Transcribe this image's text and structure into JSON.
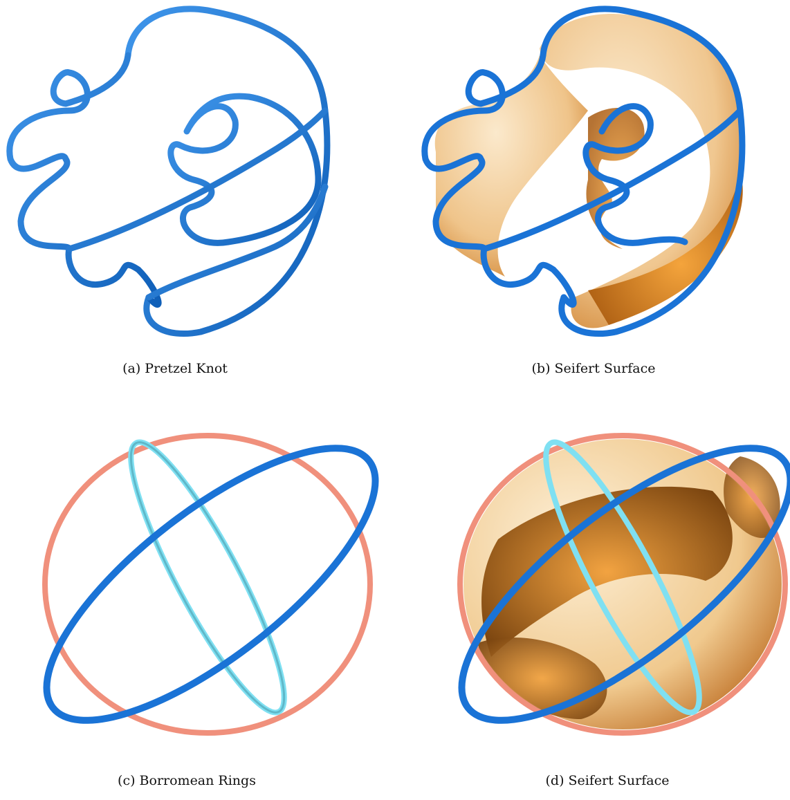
{
  "figure": {
    "panels": [
      {
        "id": "a",
        "caption": "(a) Pretzel Knot"
      },
      {
        "id": "b",
        "caption": "(b) Seifert Surface"
      },
      {
        "id": "c",
        "caption": "(c) Borromean Rings"
      },
      {
        "id": "d",
        "caption": "(d) Seifert Surface"
      }
    ]
  },
  "colors": {
    "knot_blue": "#1a73d6",
    "knot_blue_dark": "#0d4f9e",
    "ring_salmon": "#f0907c",
    "ring_cyan": "#7fe0f2",
    "ring_cyan_dark": "#3f8fa0",
    "surface_light": "#f6dcb4",
    "surface_dark": "#d9801f"
  }
}
